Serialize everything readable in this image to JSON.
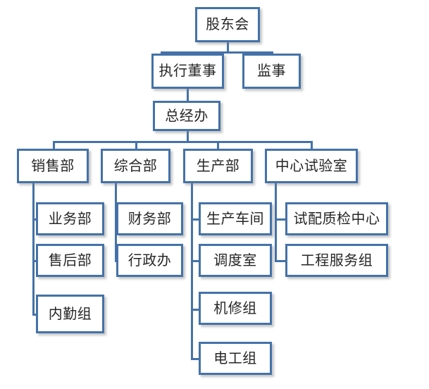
{
  "chart_type": "organization-chart",
  "language": "zh-CN",
  "theme": {
    "box_border_color": "#4472a8",
    "box_fill_color": "#ffffff",
    "connector_color": "#4472a8",
    "text_color": "#262626",
    "page_background": "#ffffff",
    "shadow_color": "#828282"
  },
  "nodes": {
    "shareholders_meeting": {
      "label": "股东会",
      "level": 1
    },
    "executive_director": {
      "label": "执行董事",
      "level": 2
    },
    "supervisor": {
      "label": "监事",
      "level": 2
    },
    "general_manager_office": {
      "label": "总经办",
      "level": 3
    },
    "sales_dept": {
      "label": "销售部",
      "level": 4
    },
    "general_affairs_dept": {
      "label": "综合部",
      "level": 4
    },
    "production_dept": {
      "label": "生产部",
      "level": 4
    },
    "central_laboratory": {
      "label": "中心试验室",
      "level": 4
    },
    "business_dept": {
      "label": "业务部",
      "level": 5
    },
    "after_sales_dept": {
      "label": "售后部",
      "level": 5
    },
    "inside_sales_group": {
      "label": "内勤组",
      "level": 5
    },
    "finance_dept": {
      "label": "财务部",
      "level": 5
    },
    "administration_office": {
      "label": "行政办",
      "level": 5
    },
    "production_workshop": {
      "label": "生产车间",
      "level": 5
    },
    "dispatch_room": {
      "label": "调度室",
      "level": 5
    },
    "machine_repair_group": {
      "label": "机修组",
      "level": 5
    },
    "electrician_group": {
      "label": "电工组",
      "level": 5
    },
    "trial_mix_qc_center": {
      "label": "试配质检中心",
      "level": 5
    },
    "engineering_service_group": {
      "label": "工程服务组",
      "level": 5
    }
  },
  "hierarchy": {
    "root": "股东会",
    "relations": [
      {
        "parent": "股东会",
        "children": [
          "执行董事",
          "监事"
        ]
      },
      {
        "parent": "执行董事",
        "children": [
          "总经办"
        ]
      },
      {
        "parent": "总经办",
        "children": [
          "销售部",
          "综合部",
          "生产部",
          "中心试验室"
        ]
      },
      {
        "parent": "销售部",
        "children": [
          "业务部",
          "售后部",
          "内勤组"
        ]
      },
      {
        "parent": "综合部",
        "children": [
          "财务部",
          "行政办"
        ]
      },
      {
        "parent": "生产部",
        "children": [
          "生产车间",
          "调度室",
          "机修组",
          "电工组"
        ]
      },
      {
        "parent": "中心试验室",
        "children": [
          "试配质检中心",
          "工程服务组"
        ]
      }
    ]
  }
}
